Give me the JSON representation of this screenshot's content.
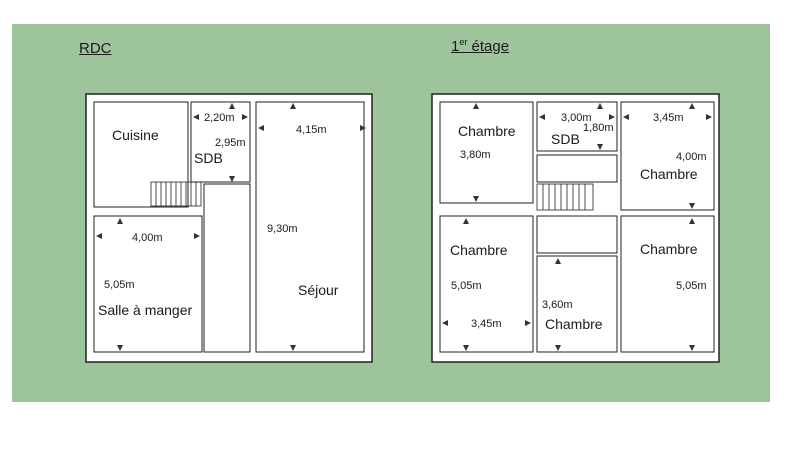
{
  "colors": {
    "background": "#9ec49b",
    "plan_fill": "#ffffff",
    "wall": "#222222",
    "text": "#1a1a1a"
  },
  "plans": [
    {
      "title": "RDC",
      "rooms": [
        {
          "id": "cuisine",
          "name": "Cuisine"
        },
        {
          "id": "sdb",
          "name": "SDB"
        },
        {
          "id": "sejour",
          "name": "Séjour"
        },
        {
          "id": "salle-a-manger",
          "name": "Salle à manger"
        },
        {
          "id": "couloir",
          "name": ""
        }
      ],
      "dimensions": [
        "2,20m",
        "2,95m",
        "4,15m",
        "9,30m",
        "4,00m",
        "5,05m"
      ]
    },
    {
      "title_main": "1",
      "title_sup": "er",
      "title_rest": " étage",
      "rooms": [
        {
          "id": "chambre-1",
          "name": "Chambre"
        },
        {
          "id": "sdb",
          "name": "SDB"
        },
        {
          "id": "chambre-2",
          "name": "Chambre"
        },
        {
          "id": "chambre-3",
          "name": "Chambre"
        },
        {
          "id": "chambre-4",
          "name": "Chambre"
        },
        {
          "id": "chambre-5",
          "name": "Chambre"
        }
      ],
      "dimensions": [
        "3,80m",
        "3,00m",
        "1,80m",
        "3,45m",
        "4,00m",
        "5,05m",
        "3,45m",
        "3,60m",
        "5,05m"
      ]
    }
  ]
}
